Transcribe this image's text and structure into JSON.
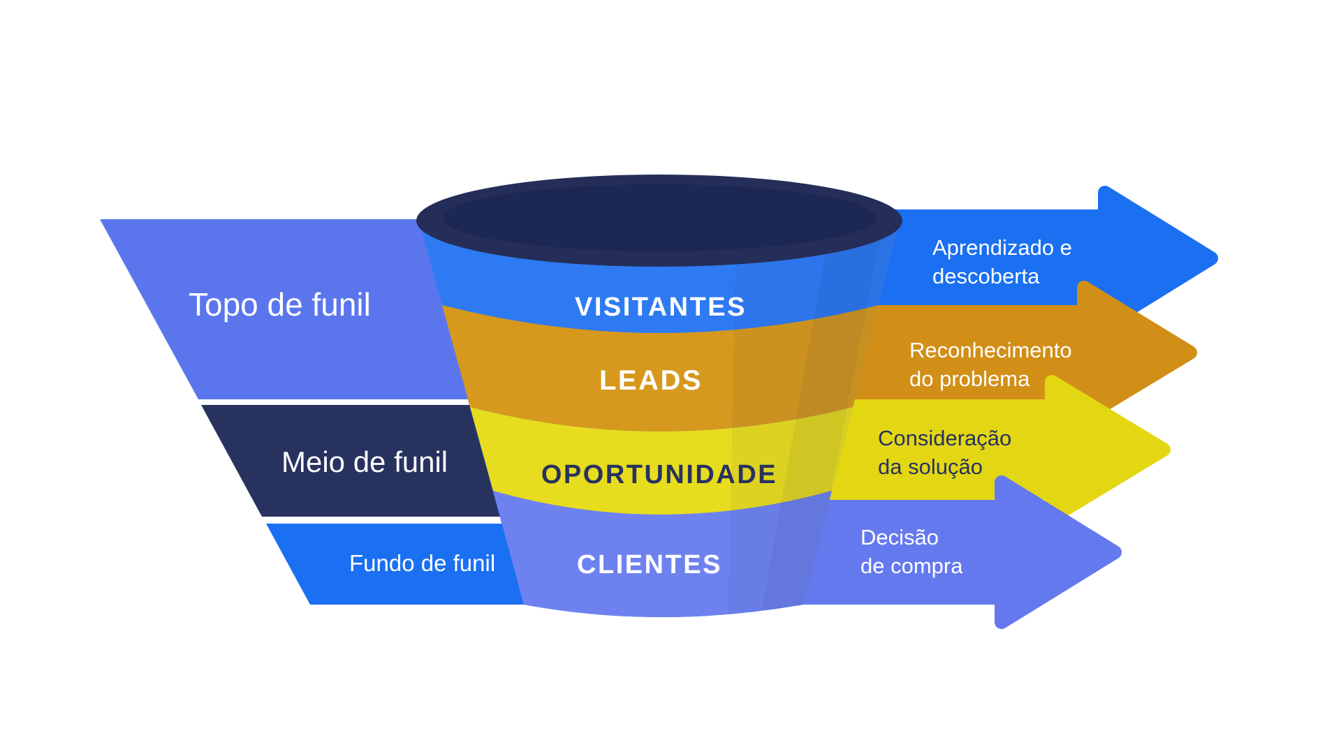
{
  "diagram": {
    "background_color": "#ffffff",
    "left_stages": [
      {
        "label": "Topo de funil",
        "color": "#5b76ed",
        "text_color": "#ffffff"
      },
      {
        "label": "Meio de funil",
        "color": "#27335e",
        "text_color": "#ffffff"
      },
      {
        "label": "Fundo de funil",
        "color": "#1b6ff2",
        "text_color": "#ffffff"
      }
    ],
    "funnel": {
      "rim_outer_color": "#252e58",
      "rim_inner_color": "#1c2754",
      "shade_color": "#16245c",
      "levels": [
        {
          "label": "VISITANTES",
          "color": "#2e7af2",
          "text_color": "#ffffff"
        },
        {
          "label": "LEADS",
          "color": "#d6981d",
          "text_color": "#ffffff"
        },
        {
          "label": "OPORTUNIDADE",
          "color": "#e8dc1e",
          "text_color": "#27325e"
        },
        {
          "label": "CLIENTES",
          "color": "#6e82ef",
          "text_color": "#ffffff"
        }
      ]
    },
    "arrows": [
      {
        "line1": "Aprendizado e",
        "line2": "descoberta",
        "color": "#1b6ff1",
        "text_color": "#ffffff"
      },
      {
        "line1": "Reconhecimento",
        "line2": "do problema",
        "color": "#d18f17",
        "text_color": "#ffffff"
      },
      {
        "line1": "Consideração",
        "line2": "da solução",
        "color": "#e3d714",
        "text_color": "#27325e"
      },
      {
        "line1": "Decisão",
        "line2": "de compra",
        "color": "#6579ee",
        "text_color": "#ffffff"
      }
    ]
  }
}
